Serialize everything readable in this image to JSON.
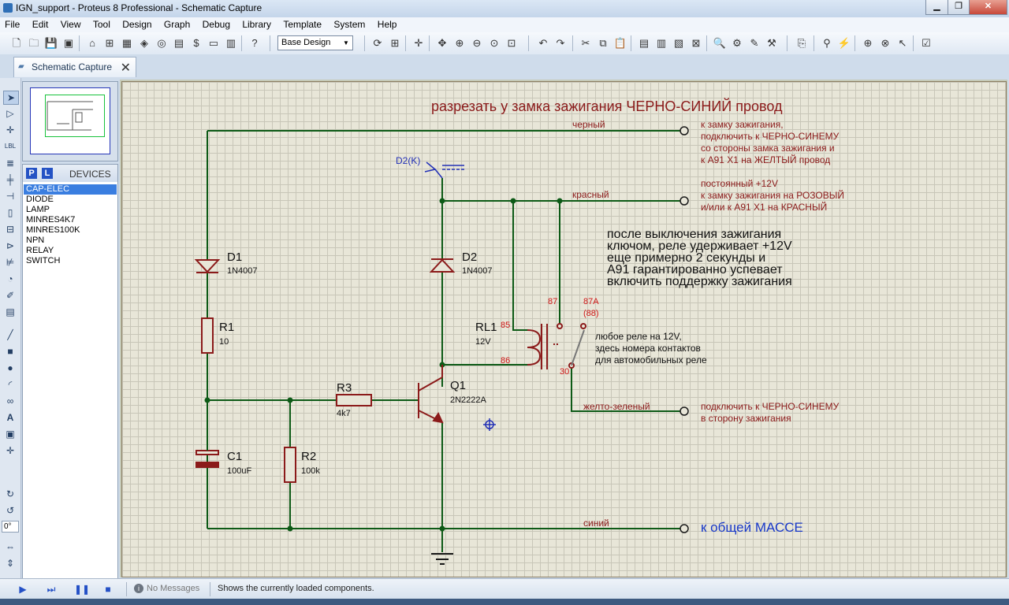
{
  "window": {
    "title": "IGN_support - Proteus 8 Professional - Schematic Capture",
    "minimize": "▁",
    "maximize": "❐",
    "close": "✕"
  },
  "menu": [
    "File",
    "Edit",
    "View",
    "Tool",
    "Design",
    "Graph",
    "Debug",
    "Library",
    "Template",
    "System",
    "Help"
  ],
  "toolbar": {
    "design_select": "Base Design"
  },
  "tab": {
    "label": "Schematic Capture",
    "close": "✕"
  },
  "devices": {
    "p_button": "P",
    "l_button": "L",
    "title": "DEVICES",
    "items": [
      "CAP-ELEC",
      "DIODE",
      "LAMP",
      "MINRES4K7",
      "MINRES100K",
      "NPN",
      "RELAY",
      "SWITCH"
    ],
    "selected": 0
  },
  "tools": {
    "angle": "0°"
  },
  "schematic": {
    "heading": "разрезать у замка зажигания ЧЕРНО-СИНИЙ провод",
    "wire_black": "черный",
    "wire_red": "красный",
    "wire_yellowgreen": "желто-зеленый",
    "wire_blue": "синий",
    "note_black": [
      "к замку зажигания,",
      "подключить к ЧЕРНО-СИНЕМУ",
      "со стороны замка зажигания и",
      "к А91 X1 на ЖЕЛТЫЙ провод"
    ],
    "note_red": [
      "постоянный +12V",
      "к замку зажигания на РОЗОВЫЙ",
      "и/или к А91 X1 на КРАСНЫЙ"
    ],
    "note_yg": [
      "подключить к ЧЕРНО-СИНЕМУ",
      "в сторону зажигания"
    ],
    "note_ground": "к общей МАССЕ",
    "description": [
      "после выключения зажигания",
      "ключом, реле удерживает +12V",
      "еще примерно 2 секунды и",
      "А91 гарантированно успевает",
      "включить поддержку зажигания"
    ],
    "relay_note": [
      "любое реле на 12V,",
      "здесь номера контактов",
      "для автомобильных реле"
    ],
    "probe": "D2(K)",
    "components": {
      "D1": {
        "ref": "D1",
        "value": "1N4007"
      },
      "D2": {
        "ref": "D2",
        "value": "1N4007"
      },
      "R1": {
        "ref": "R1",
        "value": "10"
      },
      "R2": {
        "ref": "R2",
        "value": "100k"
      },
      "R3": {
        "ref": "R3",
        "value": "4k7"
      },
      "C1": {
        "ref": "C1",
        "value": "100uF"
      },
      "Q1": {
        "ref": "Q1",
        "value": "2N2222A"
      },
      "RL1": {
        "ref": "RL1",
        "value": "12V"
      }
    },
    "pins": {
      "p85": "85",
      "p86": "86",
      "p87": "87",
      "p87a": "87A",
      "p88": "(88)",
      "p30": "30"
    }
  },
  "status": {
    "messages": "No Messages",
    "text": "Shows the currently loaded components."
  }
}
